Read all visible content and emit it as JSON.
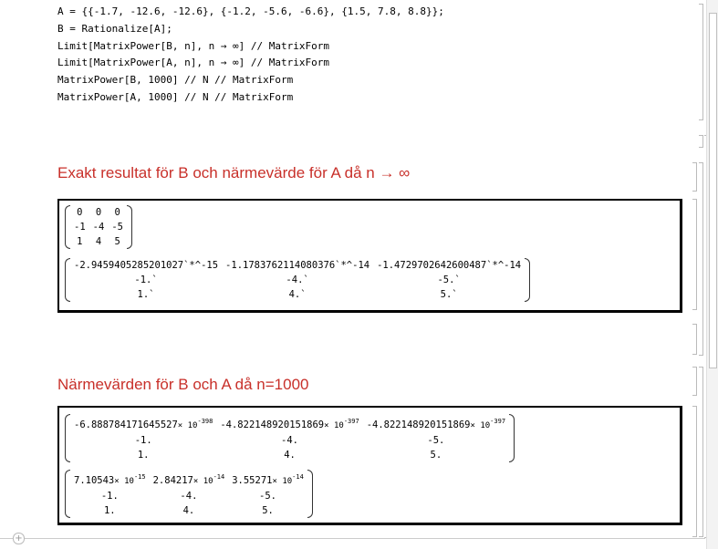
{
  "code_lines": [
    "A = {{-1.7, -12.6, -12.6}, {-1.2, -5.6, -6.6}, {1.5, 7.8, 8.8}};",
    "B = Rationalize[A];",
    "Limit[MatrixPower[B, n], n → ∞] // MatrixForm",
    "Limit[MatrixPower[A, n], n → ∞] // MatrixForm",
    "MatrixPower[B, 1000] // N // MatrixForm",
    "MatrixPower[A, 1000] // N // MatrixForm"
  ],
  "heading1": "Exakt resultat för B och närmevärde för A då n → ∞",
  "heading2": "Närmevärden för B och A då n=1000",
  "out1": {
    "m1": [
      [
        "0",
        "0",
        "0"
      ],
      [
        "-1",
        "-4",
        "-5"
      ],
      [
        "1",
        "4",
        "5"
      ]
    ],
    "m2": [
      [
        "-2.9459405285201027`*^-15",
        "-1.1783762114080376`*^-14",
        "-1.4729702642600487`*^-14"
      ],
      [
        "-1.`",
        "-4.`",
        "-5.`"
      ],
      [
        "1.`",
        "4.`",
        "5.`"
      ]
    ]
  },
  "out2": {
    "m1_row0": [
      {
        "mant": "-6.888784171645527",
        "exp": "-398"
      },
      {
        "mant": "-4.822148920151869",
        "exp": "-397"
      },
      {
        "mant": "-4.822148920151869",
        "exp": "-397"
      }
    ],
    "m1_rows": [
      [
        "-1.",
        "-4.",
        "-5."
      ],
      [
        "1.",
        "4.",
        "5."
      ]
    ],
    "m2_row0": [
      {
        "mant": "7.10543",
        "exp": "-15"
      },
      {
        "mant": "2.84217",
        "exp": "-14"
      },
      {
        "mant": "3.55271",
        "exp": "-14"
      }
    ],
    "m2_rows": [
      [
        "-1.",
        "-4.",
        "-5."
      ],
      [
        "1.",
        "4.",
        "5."
      ]
    ],
    "times": "× 10"
  },
  "add_cell": "+"
}
